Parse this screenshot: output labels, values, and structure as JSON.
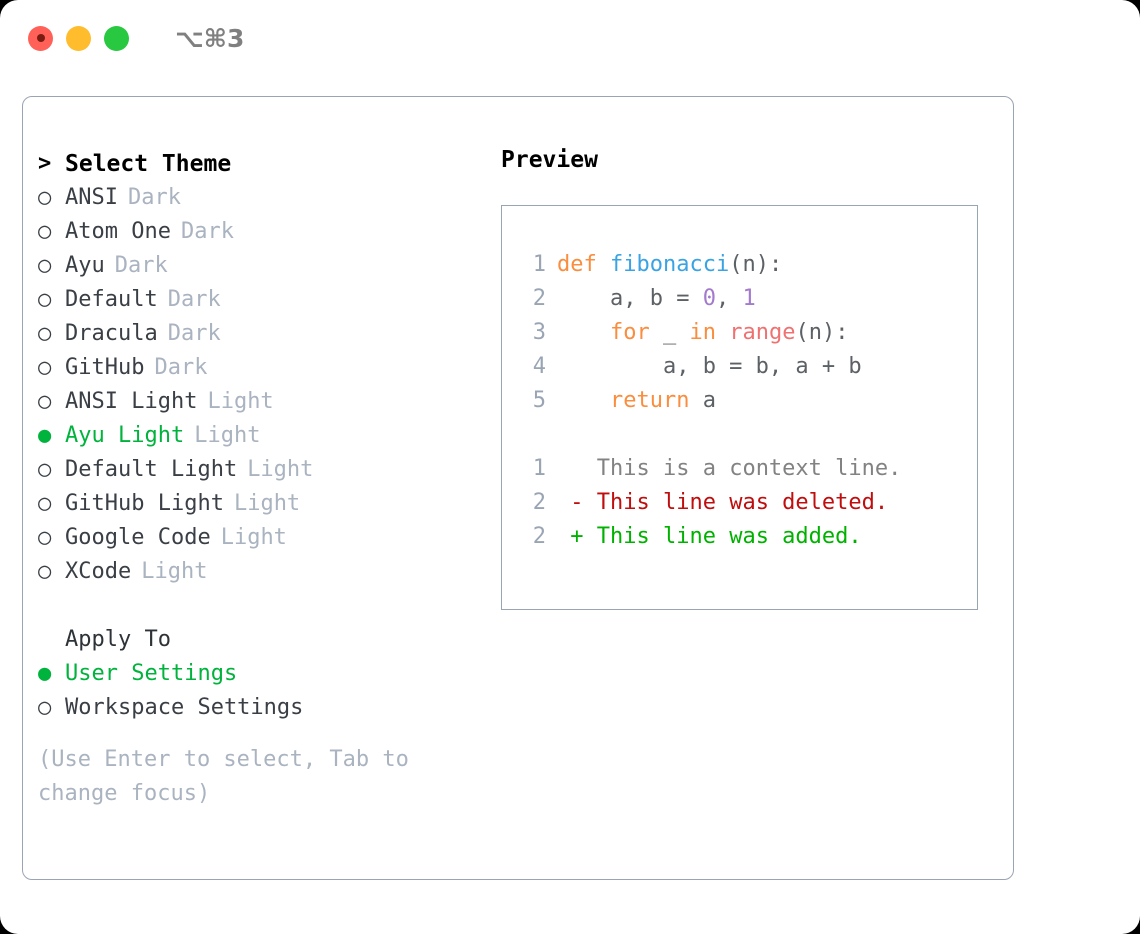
{
  "window": {
    "shortcut": "⌥⌘3",
    "traffic_lights": [
      {
        "name": "close",
        "color": "#ff6159"
      },
      {
        "name": "minimize",
        "color": "#ffbd2e"
      },
      {
        "name": "maximize",
        "color": "#28c840"
      }
    ]
  },
  "theme_section": {
    "heading_marker": ">",
    "heading": "Select Theme",
    "items": [
      {
        "marker": "○",
        "name": "ANSI",
        "category": "Dark",
        "selected": false
      },
      {
        "marker": "○",
        "name": "Atom One",
        "category": "Dark",
        "selected": false
      },
      {
        "marker": "○",
        "name": "Ayu",
        "category": "Dark",
        "selected": false
      },
      {
        "marker": "○",
        "name": "Default",
        "category": "Dark",
        "selected": false
      },
      {
        "marker": "○",
        "name": "Dracula",
        "category": "Dark",
        "selected": false
      },
      {
        "marker": "○",
        "name": "GitHub",
        "category": "Dark",
        "selected": false
      },
      {
        "marker": "○",
        "name": "ANSI Light",
        "category": "Light",
        "selected": false
      },
      {
        "marker": "●",
        "name": "Ayu Light",
        "category": "Light",
        "selected": true
      },
      {
        "marker": "○",
        "name": "Default Light",
        "category": "Light",
        "selected": false
      },
      {
        "marker": "○",
        "name": "GitHub Light",
        "category": "Light",
        "selected": false
      },
      {
        "marker": "○",
        "name": "Google Code",
        "category": "Light",
        "selected": false
      },
      {
        "marker": "○",
        "name": "XCode",
        "category": "Light",
        "selected": false
      }
    ]
  },
  "apply_section": {
    "label": "Apply To",
    "items": [
      {
        "marker": "●",
        "name": "User Settings",
        "selected": true
      },
      {
        "marker": "○",
        "name": "Workspace Settings",
        "selected": false
      }
    ]
  },
  "hint": "(Use Enter to select, Tab to change focus)",
  "preview": {
    "title": "Preview",
    "code_lines": [
      {
        "no": "1",
        "tokens": [
          {
            "t": "def",
            "c": "kw"
          },
          {
            "t": " ",
            "c": "plain"
          },
          {
            "t": "fibonacci",
            "c": "fn"
          },
          {
            "t": "(n):",
            "c": "punct"
          }
        ]
      },
      {
        "no": "2",
        "tokens": [
          {
            "t": "    a, b = ",
            "c": "plain"
          },
          {
            "t": "0",
            "c": "num"
          },
          {
            "t": ", ",
            "c": "plain"
          },
          {
            "t": "1",
            "c": "num"
          }
        ]
      },
      {
        "no": "3",
        "tokens": [
          {
            "t": "    ",
            "c": "plain"
          },
          {
            "t": "for",
            "c": "kw"
          },
          {
            "t": " _ ",
            "c": "plain"
          },
          {
            "t": "in",
            "c": "kw"
          },
          {
            "t": " ",
            "c": "plain"
          },
          {
            "t": "range",
            "c": "builtin"
          },
          {
            "t": "(n):",
            "c": "punct"
          }
        ]
      },
      {
        "no": "4",
        "tokens": [
          {
            "t": "        a, b = b, a + b",
            "c": "plain"
          }
        ]
      },
      {
        "no": "5",
        "tokens": [
          {
            "t": "    ",
            "c": "plain"
          },
          {
            "t": "return",
            "c": "kw"
          },
          {
            "t": " a",
            "c": "plain"
          }
        ]
      }
    ],
    "diff_lines": [
      {
        "no": "1",
        "sign": " ",
        "text": "This is a context line.",
        "kind": "ctx"
      },
      {
        "no": "2",
        "sign": "-",
        "text": "This line was deleted.",
        "kind": "del"
      },
      {
        "no": "2",
        "sign": "+",
        "text": "This line was added.",
        "kind": "add"
      }
    ]
  },
  "colors": {
    "accent_green": "#00b33c",
    "muted": "#aab3c0",
    "border": "#9aa5b4",
    "keyword": "#fa8d3e",
    "function": "#3aa3e3",
    "number": "#a37acc",
    "builtin": "#f07171",
    "diff_delete": "#c00d0d",
    "diff_add": "#00b200"
  }
}
